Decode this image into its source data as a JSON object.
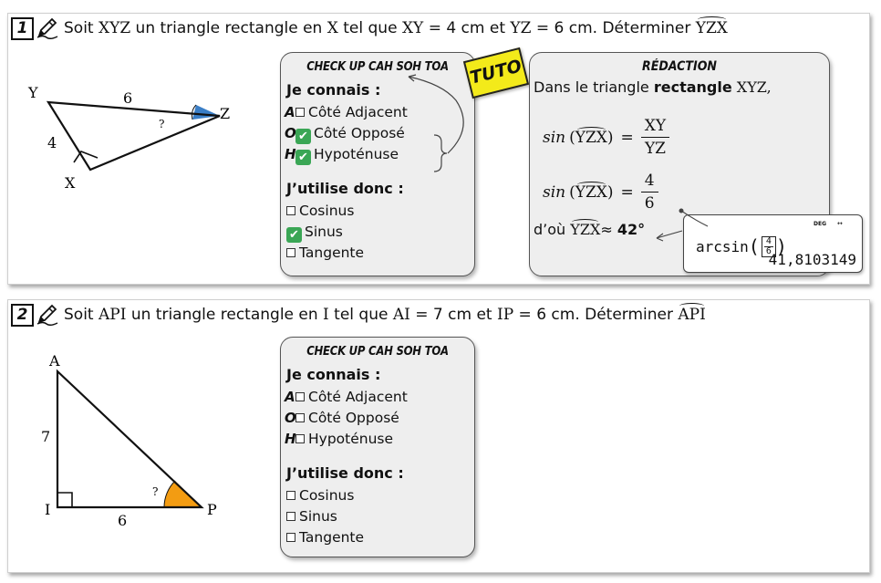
{
  "exercise1": {
    "number": "1",
    "statement_pre": "Soit",
    "triangle_name": "XYZ",
    "statement_mid": "un triangle rectangle en",
    "right_vertex": "X",
    "statement_tel": "tel que",
    "side1_name": "XY",
    "side1_value": "= 4 cm et",
    "side2_name": "YZ",
    "side2_value": "= 6 cm. Déterminer",
    "angle": "YZX",
    "figure": {
      "vertex_y": "Y",
      "vertex_x": "X",
      "vertex_z": "Z",
      "side_yz": "6",
      "side_xy": "4",
      "angle_mark": "?",
      "angle_color": "#3a7ec6"
    },
    "check": {
      "title": "CHECK UP CAH SOH TOA",
      "know_head": "Je connais :",
      "know": [
        {
          "letter": "A",
          "label": "Côté Adjacent",
          "checked": false
        },
        {
          "letter": "O",
          "label": "Côté Opposé",
          "checked": true
        },
        {
          "letter": "H",
          "label": "Hypoténuse",
          "checked": true
        }
      ],
      "use_head": "J’utilise donc :",
      "use": [
        {
          "label": "Cosinus",
          "checked": false
        },
        {
          "label": "Sinus",
          "checked": true
        },
        {
          "label": "Tangente",
          "checked": false
        }
      ]
    },
    "tuto_label": "TUTO",
    "redaction": {
      "title": "RÉDACTION",
      "intro_pre": "Dans le triangle",
      "intro_bold": "rectangle",
      "intro_name": "XYZ,",
      "fn": "sin",
      "angle": "YZX",
      "eq1_num": "XY",
      "eq1_den": "YZ",
      "eq2_num": "4",
      "eq2_den": "6",
      "result_pre": "d’où",
      "result_angle": "YZX",
      "result_approx": "≈",
      "result_value": "42°"
    },
    "calculator": {
      "mode": "DEG",
      "arrows": "↔",
      "fn": "arcsin",
      "num": "4",
      "den": "6",
      "result": "41,8103149"
    },
    "tick_color": "#3aa655"
  },
  "exercise2": {
    "number": "2",
    "statement_pre": "Soit",
    "triangle_name": "API",
    "statement_mid": "un triangle rectangle en",
    "right_vertex": "I",
    "statement_tel": "tel que",
    "side1_name": "AI",
    "side1_value": "= 7 cm et",
    "side2_name": "IP",
    "side2_value": "= 6 cm. Déterminer",
    "angle": "API",
    "figure": {
      "vertex_a": "A",
      "vertex_i": "I",
      "vertex_p": "P",
      "side_ai": "7",
      "side_ip": "6",
      "angle_mark": "?",
      "angle_color": "#f39c12"
    },
    "check": {
      "title": "CHECK UP CAH SOH TOA",
      "know_head": "Je connais :",
      "know": [
        {
          "letter": "A",
          "label": "Côté Adjacent",
          "checked": false
        },
        {
          "letter": "O",
          "label": "Côté Opposé",
          "checked": false
        },
        {
          "letter": "H",
          "label": "Hypoténuse",
          "checked": false
        }
      ],
      "use_head": "J’utilise donc :",
      "use": [
        {
          "label": "Cosinus",
          "checked": false
        },
        {
          "label": "Sinus",
          "checked": false
        },
        {
          "label": "Tangente",
          "checked": false
        }
      ]
    }
  }
}
